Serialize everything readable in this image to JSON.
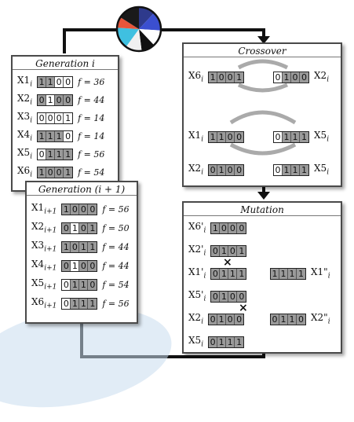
{
  "generation_i": {
    "title": "Generation i",
    "rows": [
      {
        "name": "X1",
        "sub": "i",
        "bits": [
          "1",
          "1",
          "0",
          "0"
        ],
        "shade": [
          "g",
          "g",
          "w",
          "w"
        ],
        "fitness": "f = 36"
      },
      {
        "name": "X2",
        "sub": "i",
        "bits": [
          "0",
          "1",
          "0",
          "0"
        ],
        "shade": [
          "g",
          "w",
          "g",
          "g"
        ],
        "fitness": "f = 44"
      },
      {
        "name": "X3",
        "sub": "i",
        "bits": [
          "0",
          "0",
          "0",
          "1"
        ],
        "shade": [
          "w",
          "w",
          "w",
          "w"
        ],
        "fitness": "f = 14"
      },
      {
        "name": "X4",
        "sub": "i",
        "bits": [
          "1",
          "1",
          "1",
          "0"
        ],
        "shade": [
          "g",
          "g",
          "g",
          "w"
        ],
        "fitness": "f = 14"
      },
      {
        "name": "X5",
        "sub": "i",
        "bits": [
          "0",
          "1",
          "1",
          "1"
        ],
        "shade": [
          "w",
          "g",
          "g",
          "g"
        ],
        "fitness": "f = 56"
      },
      {
        "name": "X6",
        "sub": "i",
        "bits": [
          "1",
          "0",
          "0",
          "1"
        ],
        "shade": [
          "g",
          "g",
          "g",
          "g"
        ],
        "fitness": "f = 54"
      }
    ]
  },
  "generation_next": {
    "title": "Generation (i + 1)",
    "rows": [
      {
        "name": "X1",
        "sub": "i+1",
        "bits": [
          "1",
          "0",
          "0",
          "0"
        ],
        "shade": [
          "g",
          "g",
          "g",
          "g"
        ],
        "fitness": "f = 56"
      },
      {
        "name": "X2",
        "sub": "i+1",
        "bits": [
          "0",
          "1",
          "0",
          "1"
        ],
        "shade": [
          "g",
          "w",
          "g",
          "g"
        ],
        "fitness": "f = 50"
      },
      {
        "name": "X3",
        "sub": "i+1",
        "bits": [
          "1",
          "0",
          "1",
          "1"
        ],
        "shade": [
          "g",
          "g",
          "g",
          "g"
        ],
        "fitness": "f = 44"
      },
      {
        "name": "X4",
        "sub": "i+1",
        "bits": [
          "0",
          "1",
          "0",
          "0"
        ],
        "shade": [
          "g",
          "w",
          "g",
          "g"
        ],
        "fitness": "f = 44"
      },
      {
        "name": "X5",
        "sub": "i+1",
        "bits": [
          "0",
          "1",
          "1",
          "0"
        ],
        "shade": [
          "w",
          "g",
          "g",
          "g"
        ],
        "fitness": "f = 54"
      },
      {
        "name": "X6",
        "sub": "i+1",
        "bits": [
          "0",
          "1",
          "1",
          "1"
        ],
        "shade": [
          "w",
          "g",
          "g",
          "g"
        ],
        "fitness": "f = 56"
      }
    ]
  },
  "crossover": {
    "title": "Crossover",
    "row1": {
      "left": "X6",
      "left_sub": "i",
      "left_bits": [
        "1",
        "0",
        "0",
        "1"
      ],
      "right": "X2",
      "right_sub": "i",
      "right_bits": [
        "0",
        "1",
        "0",
        "0"
      ]
    },
    "row2": {
      "left": "X1",
      "left_sub": "i",
      "left_bits": [
        "1",
        "1",
        "0",
        "0"
      ],
      "right": "X5",
      "right_sub": "i",
      "right_bits": [
        "0",
        "1",
        "1",
        "1"
      ]
    },
    "row3": {
      "left": "X2",
      "left_sub": "i",
      "left_bits": [
        "0",
        "1",
        "0",
        "0"
      ],
      "right": "X5",
      "right_sub": "i",
      "right_bits": [
        "0",
        "1",
        "1",
        "1"
      ]
    }
  },
  "mutation": {
    "title": "Mutation",
    "rows": [
      {
        "name": "X6'",
        "sub": "i",
        "bits": [
          "1",
          "0",
          "0",
          "0"
        ]
      },
      {
        "name": "X2'",
        "sub": "i",
        "bits": [
          "0",
          "1",
          "0",
          "1"
        ]
      },
      {
        "name": "X1'",
        "sub": "i",
        "bits": [
          "0",
          "1",
          "1",
          "1"
        ],
        "right_bits": [
          "1",
          "1",
          "1",
          "1"
        ],
        "right": "X1\"",
        "right_sub": "i"
      },
      {
        "name": "X5'",
        "sub": "i",
        "bits": [
          "0",
          "1",
          "0",
          "0"
        ]
      },
      {
        "name": "X2",
        "sub": "i",
        "bits": [
          "0",
          "1",
          "0",
          "0"
        ],
        "right_bits": [
          "0",
          "1",
          "1",
          "0"
        ],
        "right": "X2\"",
        "right_sub": "i"
      },
      {
        "name": "X5",
        "sub": "i",
        "bits": [
          "0",
          "1",
          "1",
          "1"
        ]
      }
    ],
    "mark_symbol": "×"
  },
  "roulette": {
    "slice_colors": [
      "#2e3a8c",
      "#3b4fd0",
      "#ffffff",
      "#111111",
      "#f0f0f0",
      "#3fc0e0",
      "#e8553a",
      "#1a1a1a"
    ]
  },
  "arrow_color": "#111111"
}
